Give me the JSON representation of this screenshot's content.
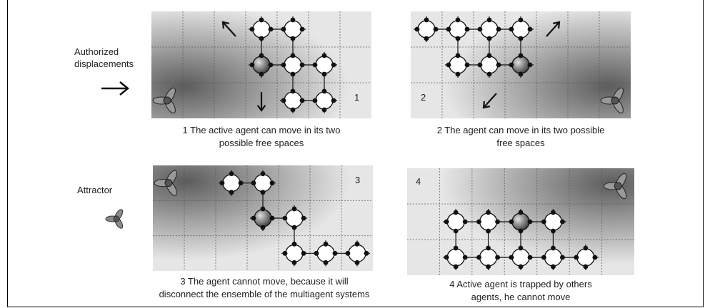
{
  "legend": {
    "displacements_label_1": "Authorized",
    "displacements_label_2": "displacements",
    "displacements_icon": "arrow-right-icon",
    "attractor_label": "Attractor",
    "attractor_icon": "attractor-icon"
  },
  "panels": [
    {
      "number": "1",
      "caption_line1": "1  The active agent can move in its two",
      "caption_line2": "possible free spaces"
    },
    {
      "number": "2",
      "caption_line1": "2  The agent can move in its two possible",
      "caption_line2": "free spaces"
    },
    {
      "number": "3",
      "caption_line1": "3  The agent cannot move, because it will",
      "caption_line2": "disconnect the ensemble of the multiagent systems"
    },
    {
      "number": "4",
      "caption_line1": "4  Active agent is trapped by others",
      "caption_line2": "agents, he cannot move"
    }
  ]
}
